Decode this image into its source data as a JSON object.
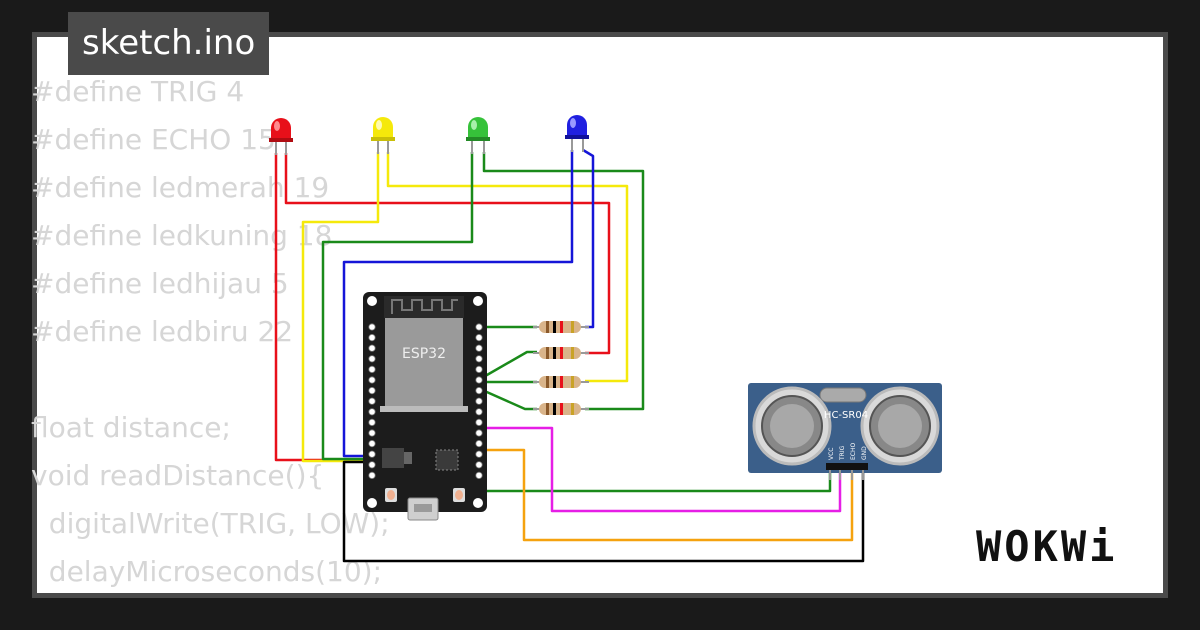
{
  "filename": "sketch.ino",
  "code_lines": [
    "#define TRIG 4",
    "#define ECHO 15",
    "#define ledmerah 19",
    "#define ledkuning 18",
    "#define ledhijau 5",
    "#define ledbiru 22",
    "",
    "float distance;",
    "void readDistance(){",
    "  digitalWrite(TRIG, LOW);",
    "  delayMicroseconds(10);"
  ],
  "board": {
    "label": "ESP32"
  },
  "sensor": {
    "label": "HC-SR04",
    "pins": [
      "VCC",
      "TRIG",
      "ECHO",
      "GND"
    ]
  },
  "brand": "WOKWi",
  "colors": {
    "red": "#e8101a",
    "yellow": "#f5e90b",
    "green": "#1a8a1a",
    "blue": "#1515d8",
    "magenta": "#e61ee6",
    "orange": "#f5a20f",
    "black": "#000000"
  },
  "icons": [
    "led-red-icon",
    "led-yellow-icon",
    "led-green-icon",
    "led-blue-icon",
    "resistor-icon",
    "wifi-antenna-icon",
    "usb-port-icon"
  ]
}
